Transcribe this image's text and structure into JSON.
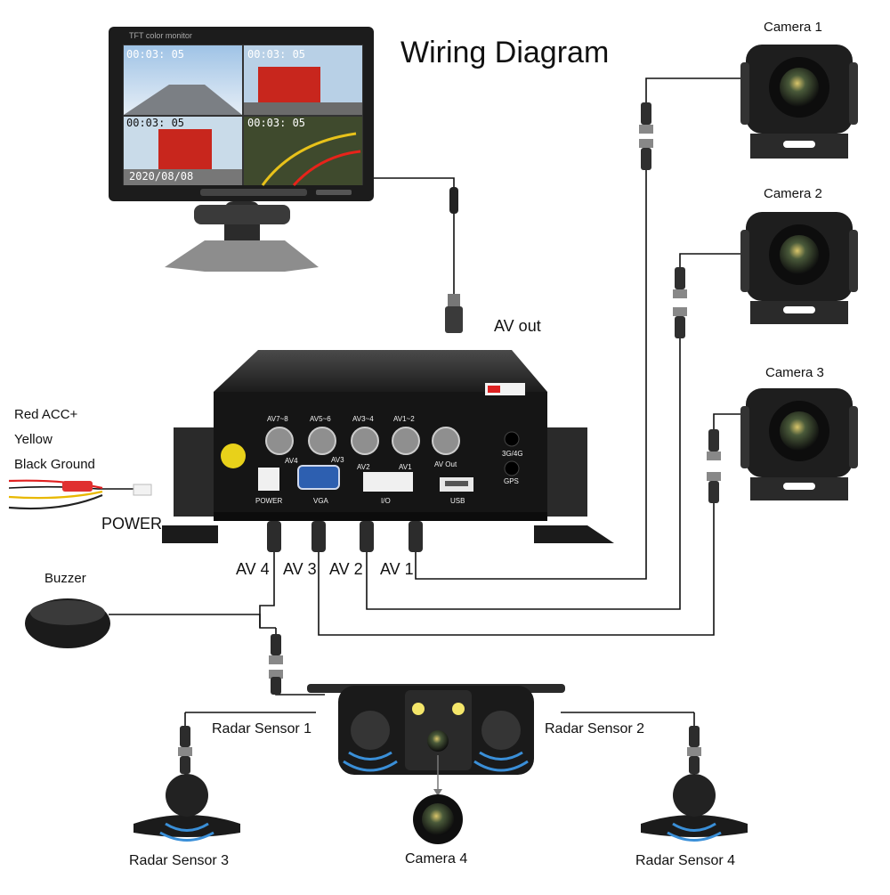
{
  "title": "Wiring Diagram",
  "monitor": {
    "brand_text": "TFT color monitor",
    "timestamps": [
      "00:03: 05",
      "00:03: 05",
      "00:03: 05",
      "00:03: 05"
    ],
    "date": "2020/08/08"
  },
  "cameras": [
    {
      "label": "Camera 1"
    },
    {
      "label": "Camera 2"
    },
    {
      "label": "Camera 3"
    },
    {
      "label": "Camera 4"
    }
  ],
  "av_out_label": "AV out",
  "power": {
    "label": "POWER",
    "wires": [
      {
        "label": "Red ACC+",
        "color": "#e02020"
      },
      {
        "label": "Yellow",
        "color": "#e8b800"
      },
      {
        "label": "Black  Ground",
        "color": "#222222"
      }
    ]
  },
  "dvr_ports": {
    "top_row": [
      "AV7~8",
      "AV5~6",
      "AV3~4",
      "AV1~2",
      "AV Out"
    ],
    "sub_row": [
      "AV4",
      "AV3",
      "AV2",
      "AV1"
    ],
    "bottom_row": [
      "POWER",
      "VGA",
      "I/O",
      "USB"
    ],
    "side": [
      "3G/4G",
      "GPS"
    ]
  },
  "av_inputs": [
    "AV 4",
    "AV 3",
    "AV 2",
    "AV 1"
  ],
  "buzzer_label": "Buzzer",
  "radar_sensors": [
    {
      "label": "Radar Sensor 1"
    },
    {
      "label": "Radar Sensor 2"
    },
    {
      "label": "Radar Sensor 3"
    },
    {
      "label": "Radar Sensor 4"
    }
  ],
  "colors": {
    "wire": "#111111",
    "device_dark": "#2a2a2a",
    "vga_blue": "#2d5fb0",
    "wave_blue": "#3a8fd8",
    "led_yellow": "#f4e66a"
  }
}
